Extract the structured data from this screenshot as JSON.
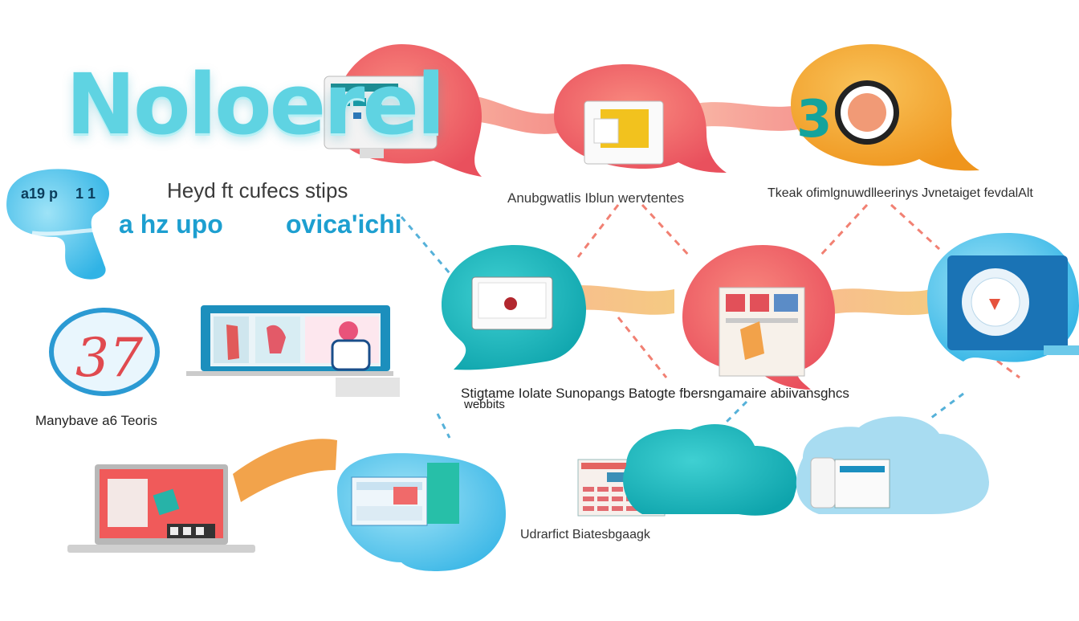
{
  "logo": {
    "text": "Noloerel"
  },
  "texts": {
    "heyd": "Heyd ft cufecs stips",
    "mid_left": "a hz upo",
    "mid_right": "ovica'ichi",
    "badge_a": "a19 p",
    "badge_b": "1 1",
    "amb": "Anubgwatlis Iblun wervtentes",
    "teak": "Tkeak ofimlgnuwdlleerinys Jvnetaiget fevdalAlt",
    "many": "Manybave a6 Teoris",
    "slig": "Stigtame Iolate Sunopangs Batogte fbersngamaire abiivansghcs",
    "webb": "webbits",
    "udra": "Udrarfict Biatesbgaagk"
  },
  "icons": {
    "number_badge": "37",
    "orange_bubble_number": "3"
  },
  "colors": {
    "coral": "#f0646e",
    "teal": "#20b6bc",
    "orange": "#f2a12a",
    "sky": "#5ec9ea",
    "light_blue": "#a9ddf3",
    "navy": "#0b3d5c"
  }
}
